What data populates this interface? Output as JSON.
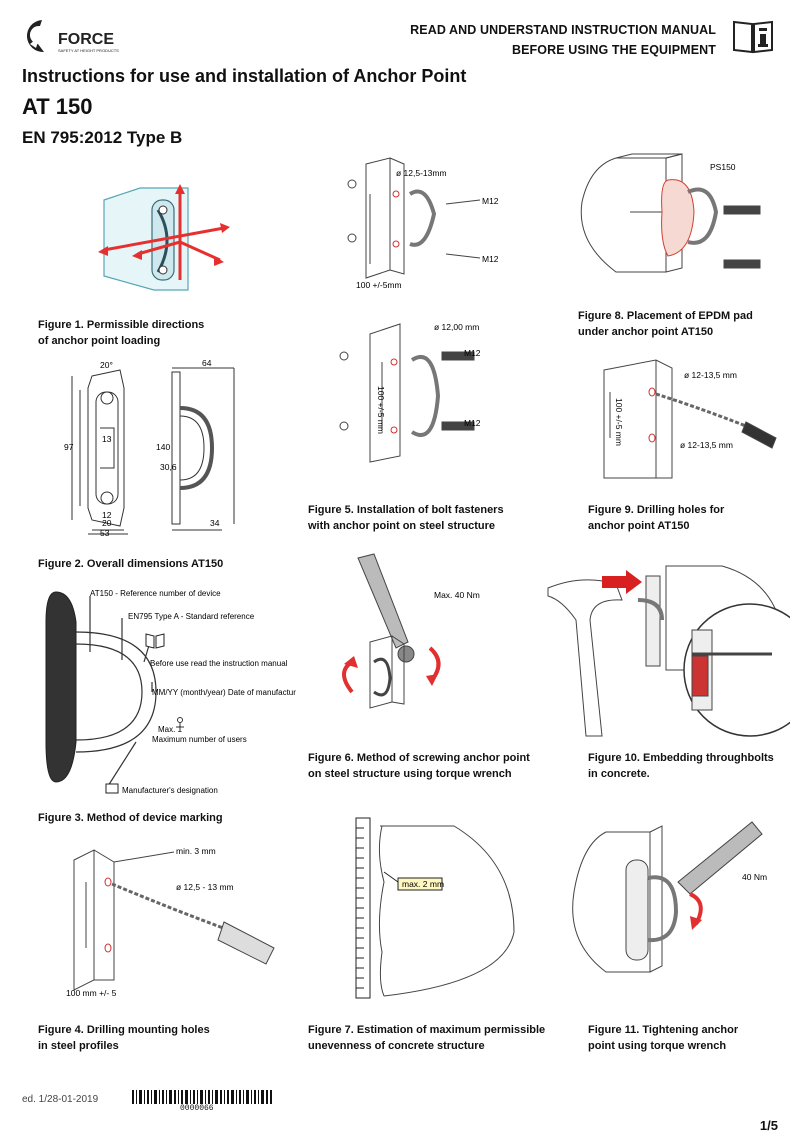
{
  "header": {
    "brand": "FORCE",
    "brand_tagline": "SAFETY AT HEIGHT PRODUCTS",
    "warning_line1": "READ AND UNDERSTAND INSTRUCTION MANUAL",
    "warning_line2": "BEFORE USING THE EQUIPMENT",
    "icon": "info-book-icon"
  },
  "title": {
    "line1": "Instructions for use and installation of Anchor Point",
    "line2": "AT 150",
    "line3": "EN 795:2012 Type B"
  },
  "figures": {
    "fig1": {
      "line1": "Figure 1. Permissible directions",
      "line2": "of anchor point loading"
    },
    "fig2": {
      "line1": "Figure 2. Overall dimensions AT150"
    },
    "fig3": {
      "line1": "Figure 3. Method of device marking"
    },
    "fig4": {
      "line1": "Figure 4. Drilling mounting holes",
      "line2": "in steel profiles"
    },
    "fig5": {
      "line1": "Figure 5. Installation of bolt fasteners",
      "line2": "with anchor point on steel structure"
    },
    "fig6": {
      "line1": "Figure 6. Method of screwing anchor point",
      "line2": "on steel structure using torque wrench"
    },
    "fig7": {
      "line1": "Figure 7. Estimation of maximum permissible",
      "line2": " unevenness of concrete structure"
    },
    "fig8": {
      "line1": "Figure 8. Placement of EPDM pad",
      "line2": "under anchor point AT150"
    },
    "fig9": {
      "line1": "Figure 9. Drilling holes for",
      "line2": "anchor point AT150"
    },
    "fig10": {
      "line1": "Figure 10. Embedding throughbolts",
      "line2": "in concrete."
    },
    "fig11": {
      "line1": "Figure 11. Tightening anchor",
      "line2": "point using torque wrench"
    }
  },
  "dimensions": {
    "d20": "20°",
    "d64": "64",
    "d97": "97",
    "d140": "140",
    "d53": "53",
    "d34": "34",
    "d13": "13",
    "d12": "12",
    "d20b": "20",
    "d30": "30,6"
  },
  "marking": {
    "ref": "AT150 - Reference number of device",
    "std": "EN795 Type A - Standard reference",
    "manual": "Before use read the instruction manual",
    "date": "MM/YY (month/year) Date of manufacture",
    "max": "Max. 1",
    "users": "Maximum number of users",
    "manufacturer": "Manufacturer's designation"
  },
  "drawing_labels": {
    "f4_min": "min. 3 mm",
    "f4_hole": "ø 12,5 - 13 mm",
    "f4_dist": "100 mm +/- 5",
    "f5a_hole": "ø 12,5-13mm",
    "f5a_m12a": "M12",
    "f5a_m12b": "M12",
    "f5a_dist": "100 +/-5mm",
    "f5b_hole": "ø 12,00 mm",
    "f5b_m12a": "M12",
    "f5b_m12b": "M12",
    "f5b_dist": "100 +/-5 mm",
    "f6_torque": "Max. 40 Nm",
    "f7_max": "max. 2 mm",
    "f8_pad": "PS150",
    "f9_hole1": "ø 12-13,5 mm",
    "f9_hole2": "ø 12-13,5 mm",
    "f9_dist": "100 +/-5 mm",
    "f11_torque": "40 Nm"
  },
  "footer": {
    "edition": "ed. 1/28-01-2019",
    "barcode_number": "0000066",
    "page": "1/5"
  }
}
